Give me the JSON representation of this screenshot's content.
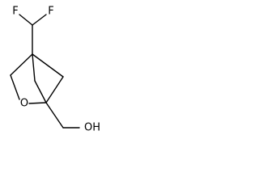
{
  "molecule": {
    "atoms": {
      "fluorine_left": "F",
      "fluorine_right": "F",
      "ring_oxygen": "O",
      "hydroxyl": "OH"
    }
  }
}
